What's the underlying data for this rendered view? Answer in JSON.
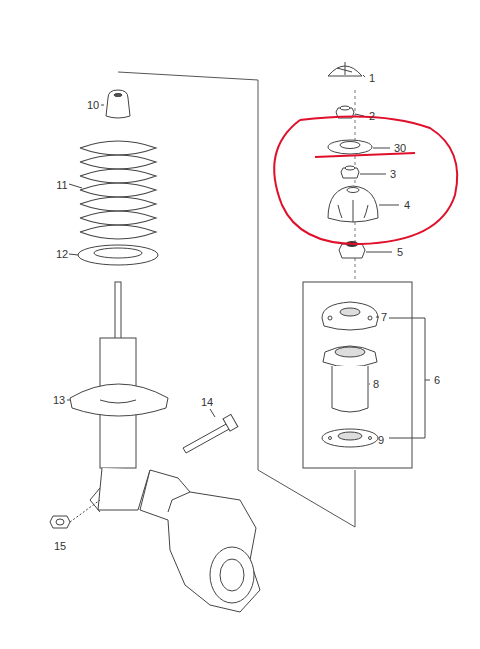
{
  "diagram": {
    "labels": [
      "1",
      "2",
      "30",
      "3",
      "4",
      "5",
      "7",
      "8",
      "9",
      "6",
      "10",
      "11",
      "12",
      "13",
      "14",
      "15"
    ]
  }
}
